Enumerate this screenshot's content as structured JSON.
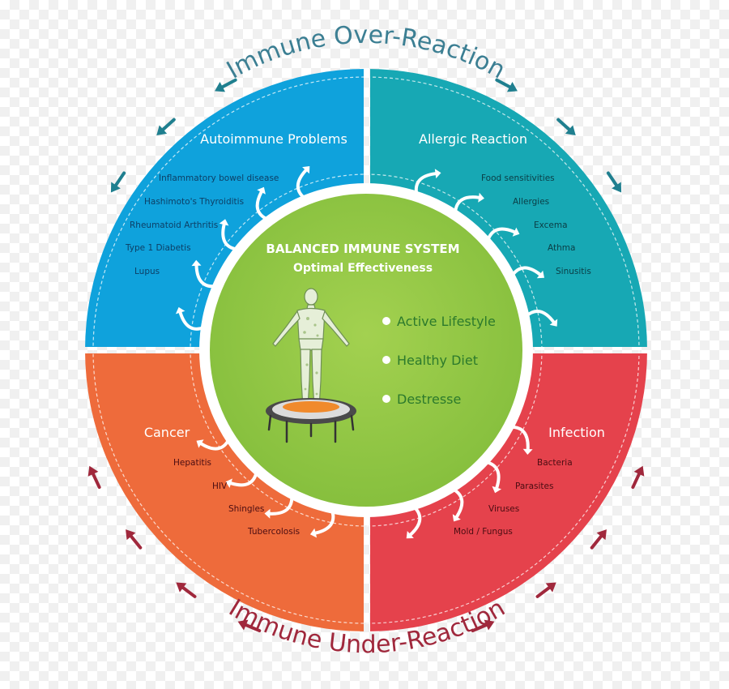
{
  "outer": {
    "over_reaction": "Immune Over-Reaction",
    "under_reaction": "Immune Under-Reaction"
  },
  "center": {
    "title": "BALANCED IMMUNE SYSTEM",
    "subtitle": "Optimal Effectiveness",
    "bullets": [
      "Active Lifestyle",
      "Healthy Diet",
      "Destresse"
    ]
  },
  "quadrants": {
    "autoimmune": {
      "title": "Autoimmune Problems",
      "items": [
        "Inflammatory bowel disease",
        "Hashimoto's Thyroiditis",
        "Rheumatoid Arthritis",
        "Type 1 Diabetis",
        "Lupus"
      ]
    },
    "allergic": {
      "title": "Allergic Reaction",
      "items": [
        "Food sensitivities",
        "Allergies",
        "Excema",
        "Athma",
        "Sinusitis"
      ]
    },
    "cancer": {
      "title": "Cancer",
      "items": [
        "Hepatitis",
        "HIV",
        "Shingles",
        "Tubercolosis"
      ]
    },
    "infection": {
      "title": "Infection",
      "items": [
        "Bacteria",
        "Parasites",
        "Viruses",
        "Mold / Fungus"
      ]
    }
  },
  "colors": {
    "autoimmune": "#0fa2dc",
    "allergic": "#17a8b4",
    "cancer": "#ee6b3b",
    "infection": "#e5424c",
    "center": "#8dc43f",
    "over_arrows": "#1f7f8f",
    "under_arrows": "#a0283c"
  }
}
